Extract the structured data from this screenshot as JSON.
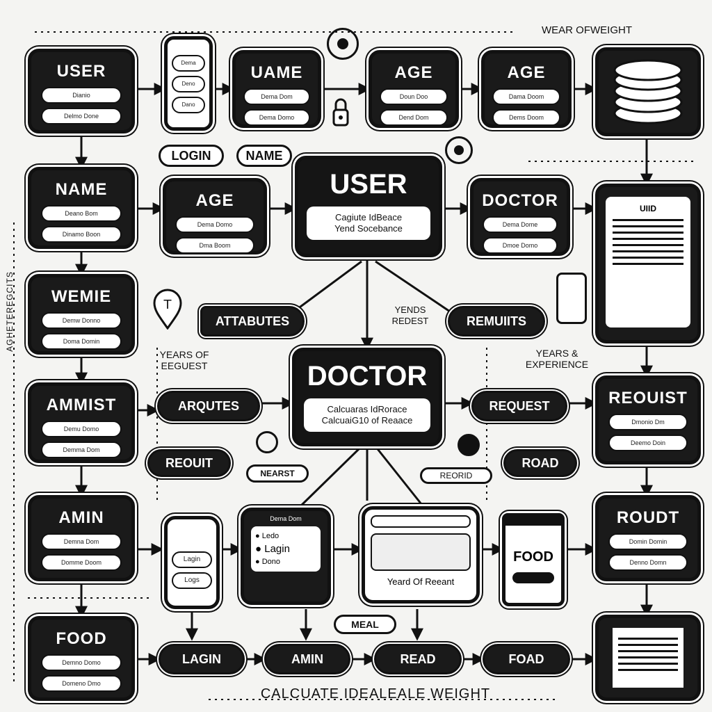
{
  "top_label": "WEAR OFWEIGHT",
  "side_label": "AGHETEREGCITS",
  "footer": "CALCUATE IDEALEALE WEIGHT",
  "cards": {
    "user_tl": {
      "title": "USER",
      "rows": [
        "Dianio",
        "Delmo Done"
      ]
    },
    "uame": {
      "title": "UAME",
      "rows": [
        "Dema Dom",
        "Dema Domo"
      ]
    },
    "age_1": {
      "title": "AGE",
      "rows": [
        "Doun Doo",
        "Dend Dom"
      ]
    },
    "age_2": {
      "title": "AGE",
      "rows": [
        "Dama Doom",
        "Dems Doom"
      ]
    },
    "name": {
      "title": "NAME",
      "rows": [
        "Deano Bom",
        "Dinamo Boon"
      ]
    },
    "age_3": {
      "title": "AGE",
      "rows": [
        "Dema Domo",
        "Dma Boom"
      ]
    },
    "doctor_r": {
      "title": "DOCTOR",
      "rows": [
        "Dema Dome",
        "Dmoe Domo"
      ]
    },
    "wemie": {
      "title": "WEMIE",
      "rows": [
        "Demw Donno",
        "Doma Domin"
      ]
    },
    "ammist": {
      "title": "AMMIST",
      "rows": [
        "Demu Domo",
        "Demma Dom"
      ]
    },
    "reouist": {
      "title": "REOUIST",
      "rows": [
        "Dmonio Dm",
        "Deemo Doin"
      ]
    },
    "amin": {
      "title": "AMIN",
      "rows": [
        "Demna Dom",
        "Domme Doom"
      ]
    },
    "roudt": {
      "title": "ROUDT",
      "rows": [
        "Domin Domin",
        "Denno Domn"
      ]
    },
    "food": {
      "title": "FOOD",
      "rows": [
        "Demno Domo",
        "Domeno Dmo"
      ]
    }
  },
  "center_user": {
    "title": "USER",
    "sub1": "Cagiute IdBeace",
    "sub2": "Yend Socebance"
  },
  "center_doctor": {
    "title": "DOCTOR",
    "sub1": "Calcuaras IdRorace",
    "sub2": "CalcuaiG10 of Reaace"
  },
  "phone_rows": [
    "Dema",
    "Deno",
    "Dano"
  ],
  "tags": {
    "login": "LOGIN",
    "name": "NAME",
    "attabutes": "ATTABUTES",
    "requiits": "REMUIITS",
    "arqutes": "ARQUTES",
    "request": "REQUEST",
    "reoutt": "REOUIT",
    "road": "ROAD",
    "lagin": "LAGIN",
    "amin": "AMIN",
    "read": "READ",
    "foad": "FOAD",
    "meal": "MEAL",
    "nearst": "NEARST",
    "reorid": "REORID"
  },
  "labels": {
    "yends": "YENDS\nREDEST",
    "years_of": "YEARS OF\nEEGUEST",
    "years_exp": "YEARS &\nEXPERIENCE"
  },
  "doc_panel_title": "UIID",
  "form_rows": [
    "Ledo",
    "Lagin",
    "Dono"
  ],
  "form_header": "Dema Dom",
  "search_box_text": "Yeard Of Reeant",
  "phone2_rows": [
    "Lagin",
    "Logs"
  ],
  "jar_label": "FOOD"
}
